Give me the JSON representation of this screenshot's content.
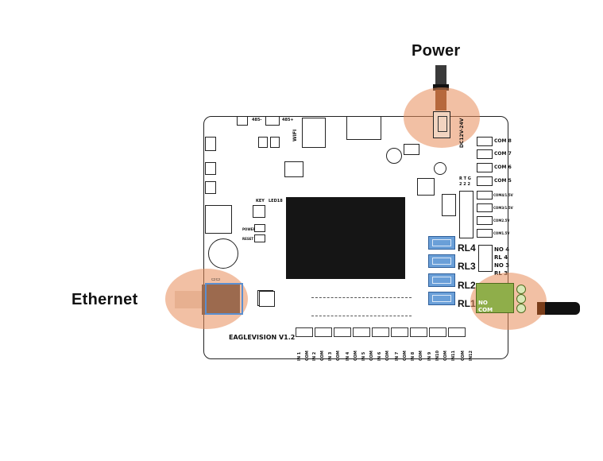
{
  "callouts": {
    "power": "Power",
    "ethernet": "Ethernet"
  },
  "board": {
    "model": "EAGLEVISION  V1.2",
    "wifi": "WIFI",
    "rs485_a": "485-",
    "rs485_b": "485+",
    "power_rating": "DC12V-24V",
    "key_label": "KEY",
    "leds_label": "LED18",
    "power_label": "POWER",
    "reset_label": "RESET",
    "rtc_top": "R T G",
    "rtc_bottom": "2 2 2",
    "eth_leds": "▭▭",
    "com_ports": [
      "COM 8",
      "COM 7",
      "COM 6",
      "COM 5"
    ],
    "com_small": [
      "COM4/1.5V",
      "COM3/1.5V",
      "COM2.5V",
      "COM1.5V"
    ],
    "relays": [
      "RL4",
      "RL3",
      "RL2",
      "RL1"
    ],
    "relay_io": [
      "NO 4",
      "RL 4",
      "NO 3",
      "RL 3"
    ],
    "connector_labels": [
      "NO",
      "COM"
    ],
    "inputs": [
      "IN 1",
      "COM",
      "IN 2",
      "COM",
      "IN 3",
      "COM",
      "IN 4",
      "COM",
      "IN 5",
      "COM",
      "IN 6",
      "COM",
      "IN 7",
      "COM",
      "IN 8",
      "COM",
      "IN 9",
      "IN10",
      "COM",
      "IN11",
      "COM",
      "IN12"
    ]
  },
  "colors": {
    "halo": "#e88c5a",
    "relay": "#6a9fd8",
    "ethernet_port": "#5b8fd0",
    "terminal_block": "#8fae4a",
    "chip": "#151515"
  }
}
